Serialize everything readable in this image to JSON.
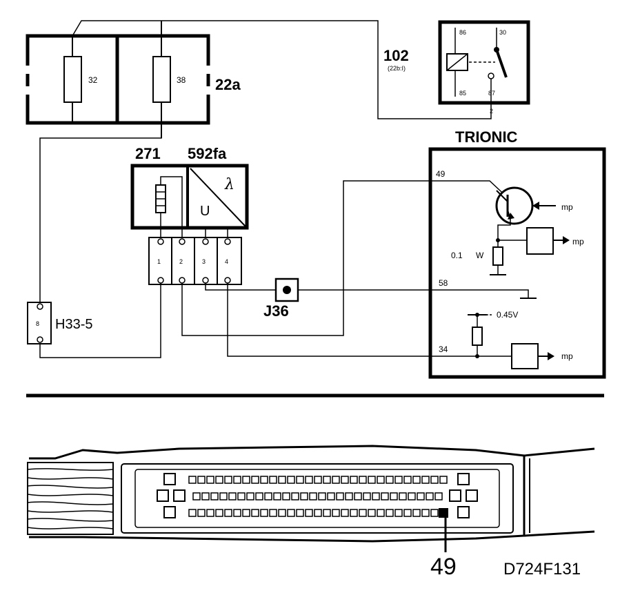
{
  "fusebox": {
    "label": "22a",
    "fuses": [
      "32",
      "38"
    ]
  },
  "relay": {
    "label": "102",
    "sublabel": "(22b:I)",
    "pins": [
      "86",
      "30",
      "85",
      "87",
      "2"
    ]
  },
  "sensor": {
    "label_left": "271",
    "label_right": "592fa",
    "lambda_symbol": "λ",
    "voltage_symbol": "U",
    "pins": [
      "1",
      "2",
      "3",
      "4"
    ]
  },
  "connector_h33": {
    "label": "H33-5",
    "pin": "8"
  },
  "ground_point": {
    "label": "J36"
  },
  "ecu": {
    "title": "TRIONIC",
    "pins": [
      "49",
      "58",
      "34"
    ],
    "mp_labels": [
      "mp",
      "mp",
      "mp"
    ],
    "resistor_value": "0.1",
    "resistor_unit": "W",
    "reference_voltage": "0.45V"
  },
  "ecu_connector": {
    "pin_callout": "49"
  },
  "drawing_code": "D724F131"
}
